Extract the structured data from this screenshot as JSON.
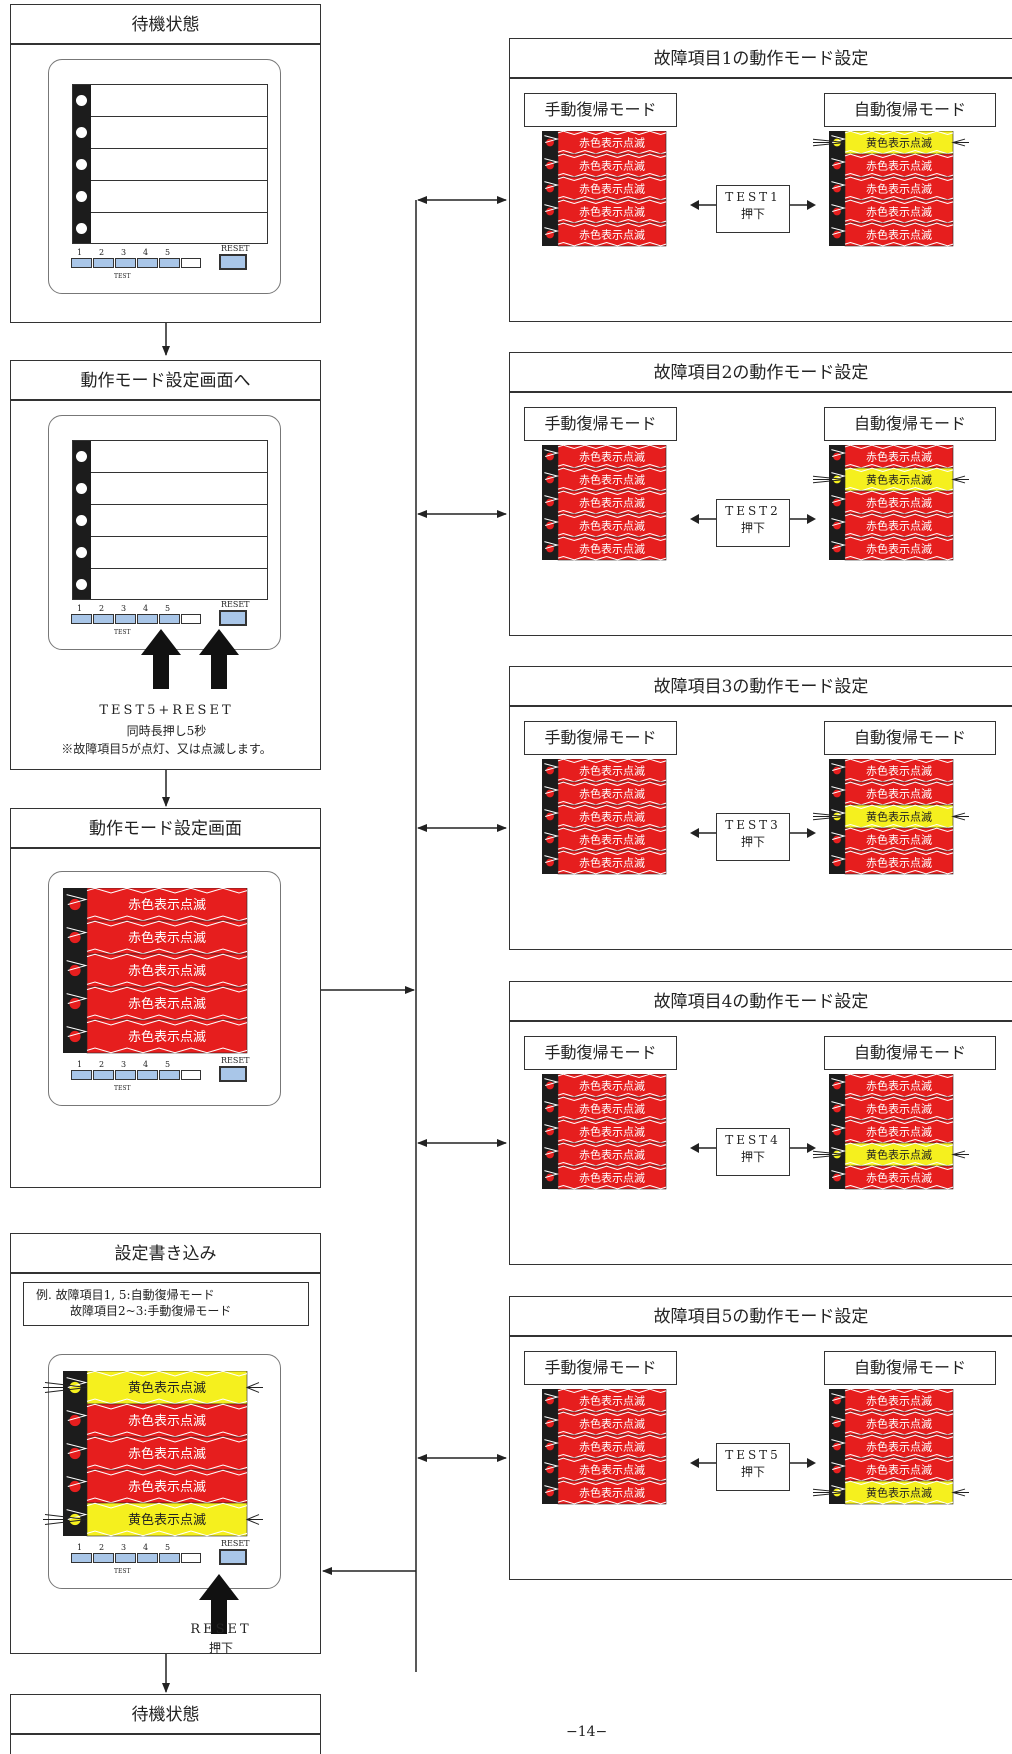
{
  "colors": {
    "red": "#e61e1e",
    "yellow": "#f5f01e",
    "button_blue": "#a9c6e8",
    "bar_black": "#1c1c1c"
  },
  "left": {
    "standby_title": "待機状態",
    "to_setting_title": "動作モード設定画面へ",
    "setting_screen_title": "動作モード設定画面",
    "write_title": "設定書き込み",
    "standby_end_title": "待機状態",
    "combo_label": "TEST5+RESET",
    "combo_hold": "同時長押し5秒",
    "combo_note": "※故障項目5が点灯、又は点滅します。",
    "example_line1": "例. 故障項目1, 5:自動復帰モード",
    "example_line2": "故障項目2~3:手動復帰モード",
    "reset_label": "RESET",
    "reset_press": "押下"
  },
  "device": {
    "test_numbers": [
      "1",
      "2",
      "3",
      "4",
      "5"
    ],
    "test_label": "TEST",
    "reset_button": "RESET"
  },
  "labels": {
    "red_blink": "赤色表示点滅",
    "yellow_blink": "黄色表示点滅"
  },
  "right": {
    "manual_mode": "手動復帰モード",
    "auto_mode": "自動復帰モード",
    "press": "押下",
    "sections": [
      {
        "title": "故障項目1の動作モード設定",
        "test": "TEST1",
        "yellow_index": 0
      },
      {
        "title": "故障項目2の動作モード設定",
        "test": "TEST2",
        "yellow_index": 1
      },
      {
        "title": "故障項目3の動作モード設定",
        "test": "TEST3",
        "yellow_index": 2
      },
      {
        "title": "故障項目4の動作モード設定",
        "test": "TEST4",
        "yellow_index": 3
      },
      {
        "title": "故障項目5の動作モード設定",
        "test": "TEST5",
        "yellow_index": 4
      }
    ]
  },
  "write_states": [
    "yellow",
    "red",
    "red",
    "red",
    "yellow"
  ],
  "page_number": "−14−"
}
